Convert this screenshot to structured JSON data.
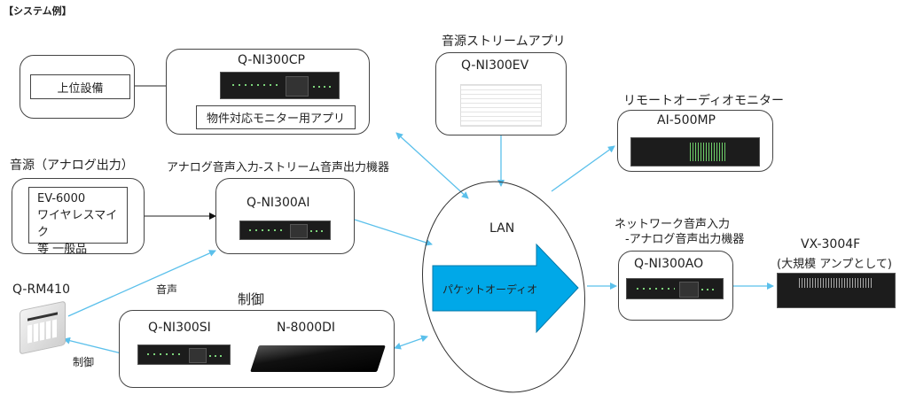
{
  "title": "【システム例】",
  "colors": {
    "link": "#5bc0eb",
    "arrow_fill": "#00a8e8",
    "box_border": "#444444"
  },
  "groups": {
    "upper_equipment": {
      "label": "上位設備"
    },
    "cp": {
      "model": "Q-NI300CP",
      "app_label": "物件対応モニター用アプリ"
    },
    "ev": {
      "caption": "音源ストリームアプリ",
      "model": "Q-NI300EV"
    },
    "monitor": {
      "caption": "リモートオーディオモニター",
      "model": "AI-500MP"
    },
    "source": {
      "caption": "音源（アナログ出力）",
      "lines": [
        "EV-6000",
        "ワイヤレスマイク",
        "等 一般品"
      ]
    },
    "ai": {
      "caption": "アナログ音声入力-ストリーム音声出力機器",
      "model": "Q-NI300AI"
    },
    "rm": {
      "model": "Q-RM410",
      "audio_label": "音声",
      "control_label": "制御"
    },
    "control": {
      "caption": "制御",
      "models": [
        "Q-NI300SI",
        "N-8000DI"
      ]
    },
    "lan": {
      "label": "LAN",
      "arrow_label": "パケットオーディオ"
    },
    "ao": {
      "caption_line1": "ネットワーク音声入力",
      "caption_line2": "-アナログ音声出力機器",
      "model": "Q-NI300AO"
    },
    "vx": {
      "model": "VX-3004F",
      "note": "(大規模 アンプとして)"
    }
  }
}
